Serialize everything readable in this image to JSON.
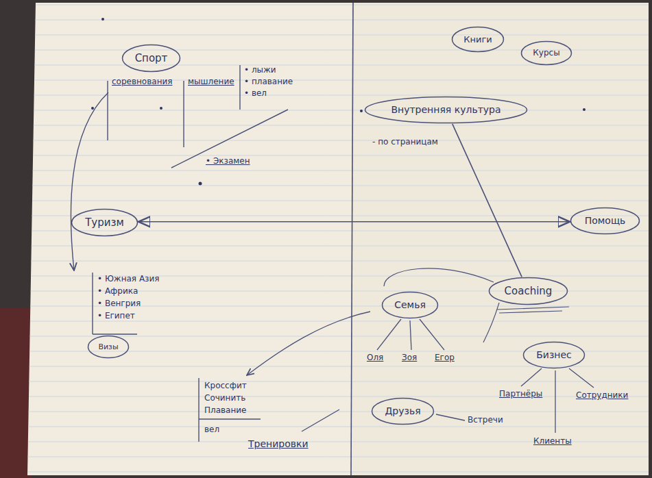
{
  "diagram": {
    "nodes": [
      {
        "text": [
          "Спорт"
        ]
      },
      {
        "text": [
          "Туризм"
        ]
      },
      {
        "text": [
          "Визы"
        ]
      },
      {
        "text": [
          "Книги"
        ]
      },
      {
        "text": [
          "Курсы"
        ]
      },
      {
        "text": [
          "Внутренняя культура"
        ]
      },
      {
        "text": [
          "Помощь"
        ]
      },
      {
        "text": [
          "Семья"
        ]
      },
      {
        "text": [
          "Coaching"
        ]
      },
      {
        "text": [
          "Бизнес"
        ]
      },
      {
        "text": [
          "Друзья"
        ]
      }
    ],
    "edges": [
      {
        "from": 5,
        "to": 8,
        "arrow": "none"
      },
      {
        "from": 1,
        "to": 6,
        "arrow": "both"
      }
    ],
    "labels": [
      "соревнования",
      "мышление",
      "• лыжи",
      "• плавание",
      "• вел",
      "• Экзамен",
      "• Южная Азия",
      "• Африка",
      "• Венгрия",
      "• Египет",
      "- по страницам",
      "Оля",
      "Зоя",
      "Егор",
      "Партнёры",
      "Сотрудники",
      "Клиенты",
      "Встречи",
      "Кроссфит",
      "Сочинить",
      "Плавание",
      "вел",
      "Тренировки"
    ]
  }
}
